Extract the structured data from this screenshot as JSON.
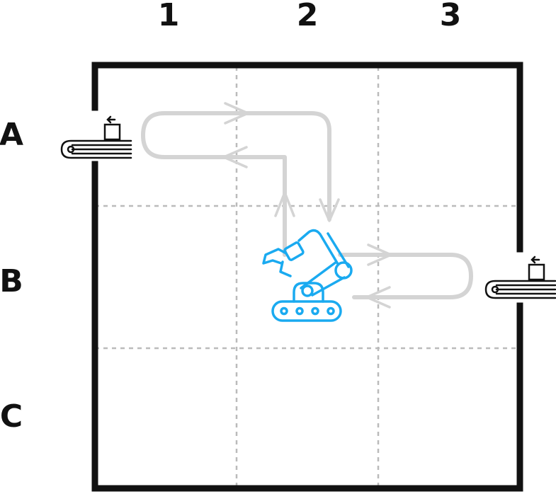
{
  "columns": [
    "1",
    "2",
    "3"
  ],
  "rows": [
    "A",
    "B",
    "C"
  ],
  "icons": {
    "robot": "robot-arm-on-tracks-icon",
    "conveyor": "conveyor-belt-with-box-icon"
  },
  "colors": {
    "wall": "#111111",
    "grid": "#bbbbbb",
    "path": "#d4d4d4",
    "robot": "#1aaaf0"
  }
}
